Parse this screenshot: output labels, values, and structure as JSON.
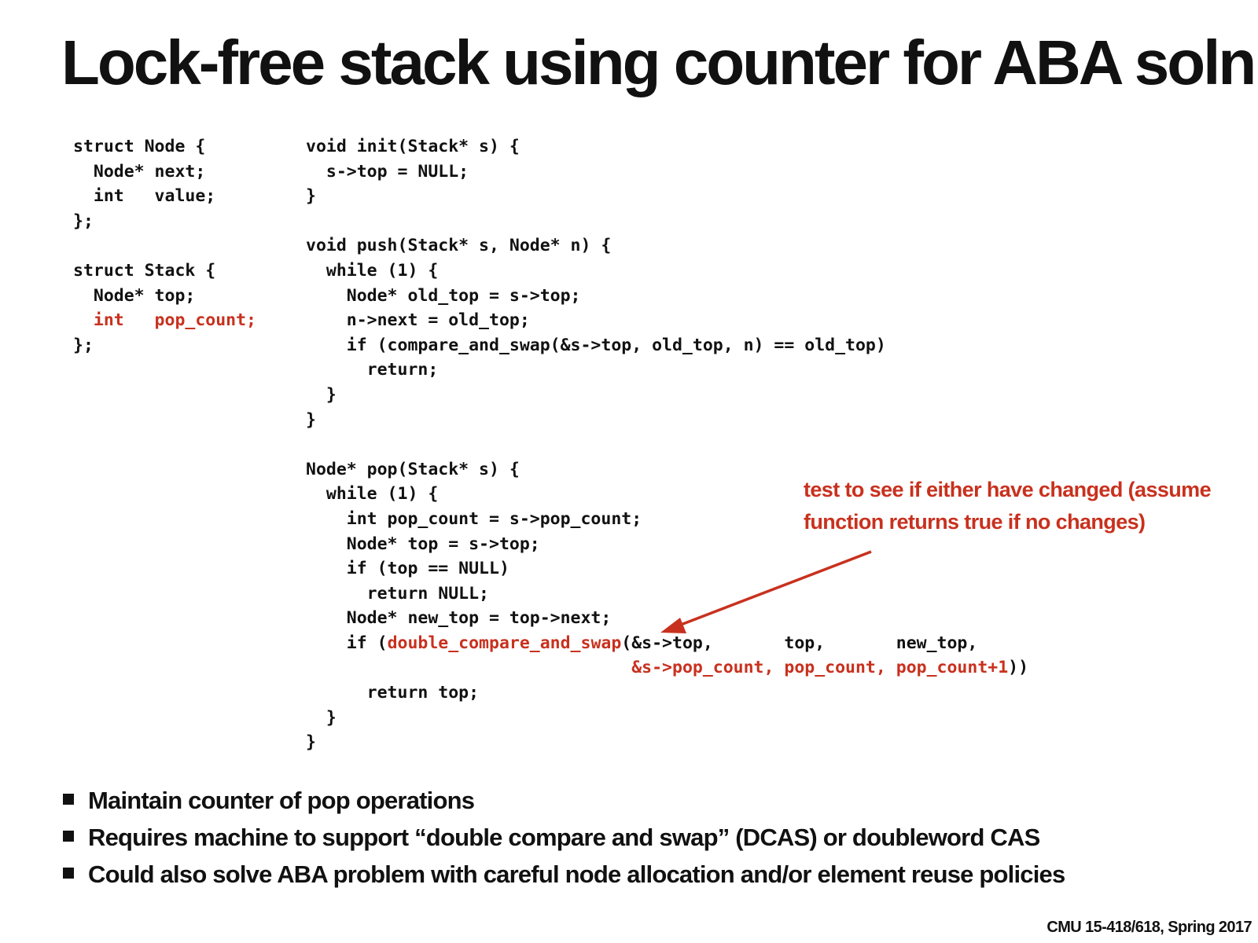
{
  "slide": {
    "title": "Lock-free stack using counter for ABA soln",
    "structs": {
      "lines": [
        [
          {
            "t": "struct Node {"
          }
        ],
        [
          {
            "t": "  Node* next;"
          }
        ],
        [
          {
            "t": "  int   value;"
          }
        ],
        [
          {
            "t": "};"
          }
        ],
        [
          {
            "t": ""
          }
        ],
        [
          {
            "t": "struct Stack {"
          }
        ],
        [
          {
            "t": "  Node* top;"
          }
        ],
        [
          {
            "t": "  int   pop_count;",
            "red": true
          }
        ],
        [
          {
            "t": "};"
          }
        ]
      ]
    },
    "functions": {
      "lines": [
        [
          {
            "t": "void init(Stack* s) {"
          }
        ],
        [
          {
            "t": "  s->top = NULL;"
          }
        ],
        [
          {
            "t": "}"
          }
        ],
        [
          {
            "t": ""
          }
        ],
        [
          {
            "t": "void push(Stack* s, Node* n) {"
          }
        ],
        [
          {
            "t": "  while (1) {"
          }
        ],
        [
          {
            "t": "    Node* old_top = s->top;"
          }
        ],
        [
          {
            "t": "    n->next = old_top;"
          }
        ],
        [
          {
            "t": "    if (compare_and_swap(&s->top, old_top, n) == old_top)"
          }
        ],
        [
          {
            "t": "      return;"
          }
        ],
        [
          {
            "t": "  }"
          }
        ],
        [
          {
            "t": "}"
          }
        ],
        [
          {
            "t": ""
          }
        ],
        [
          {
            "t": "Node* pop(Stack* s) {"
          }
        ],
        [
          {
            "t": "  while (1) {"
          }
        ],
        [
          {
            "t": "    int pop_count = s->pop_count;"
          }
        ],
        [
          {
            "t": "    Node* top = s->top;"
          }
        ],
        [
          {
            "t": "    if (top == NULL)"
          }
        ],
        [
          {
            "t": "      return NULL;"
          }
        ],
        [
          {
            "t": "    Node* new_top = top->next;"
          }
        ],
        [
          {
            "t": "    if ("
          },
          {
            "t": "double_compare_and_swap",
            "red": true
          },
          {
            "t": "(&s->top,       top,       new_top,"
          }
        ],
        [
          {
            "t": "                                "
          },
          {
            "t": "&s->pop_count, pop_count, pop_count+1",
            "red": true
          },
          {
            "t": "))"
          }
        ],
        [
          {
            "t": "      return top;"
          }
        ],
        [
          {
            "t": "  }"
          }
        ],
        [
          {
            "t": "}"
          }
        ]
      ]
    },
    "annotation": {
      "line1": "test to see if either have changed (assume",
      "line2": "function returns true if no changes)",
      "color": "#c8311e"
    },
    "bullets": [
      "Maintain counter of pop operations",
      "Requires machine to support “double compare and swap” (DCAS) or doubleword CAS",
      "Could also solve ABA problem with careful node allocation and/or element reuse policies"
    ],
    "footer": "CMU 15-418/618, Spring 2017"
  }
}
